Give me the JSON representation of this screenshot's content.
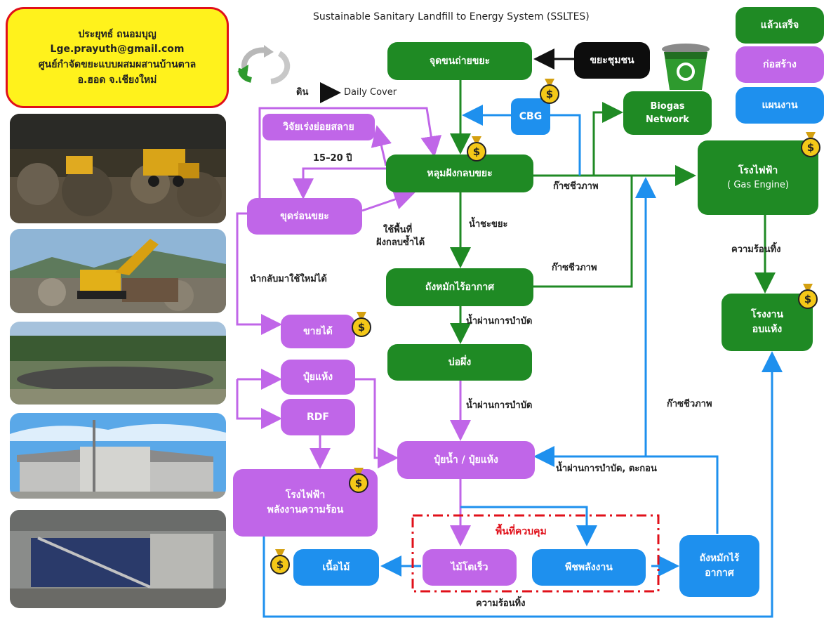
{
  "title": "Sustainable Sanitary Landfill to Energy System (SSLTES)",
  "info": {
    "name": "ประยุทธ์ ถนอมบุญ",
    "email": "Lge.prayuth@gmail.com",
    "center": "ศูนย์กำจัดขยะแบบผสมผสานบ้านตาล",
    "location": "อ.ฮอด จ.เชียงใหม่"
  },
  "legend": {
    "done": "แล้วเสร็จ",
    "building": "ก่อสร้าง",
    "plan": "แผนงาน",
    "colors": {
      "done": "#1f8a24",
      "building": "#c066e8",
      "plan": "#1e90ee"
    }
  },
  "nodes": {
    "collection_point": "จุดขนถ่ายขยะ",
    "community_waste": "ขยะชุมชน",
    "cbg": "CBG",
    "biogas_network_1": "Biogas",
    "biogas_network_2": "Network",
    "research": "วิจัยเร่งย่อยสลาย",
    "landfill": "หลุมฝังกลบขยะ",
    "power_plant_1": "โรงไฟฟ้า",
    "power_plant_2": "( Gas Engine)",
    "excavate": "ขุดร่อนขยะ",
    "anaerobic_tank": "ถังหมักไร้อากาศ",
    "dryer_1": "โรงงาน",
    "dryer_2": "อบแห้ง",
    "sellable": "ขายได้",
    "dry_fertilizer": "ปุ๋ยแห้ง",
    "rdf": "RDF",
    "settling_pond": "บ่อผึ่ง",
    "liquid_fertilizer": "ปุ๋ยน้ำ / ปุ๋ยแห้ง",
    "thermal_plant_1": "โรงไฟฟ้า",
    "thermal_plant_2": "พลังงานความร้อน",
    "timber": "เนื้อไม้",
    "fast_wood": "ไม้โตเร็ว",
    "energy_crops": "พืชพลังงาน",
    "anaerobic_tank2_1": "ถังหมักไร้",
    "anaerobic_tank2_2": "อากาศ"
  },
  "labels": {
    "soil_cover_prefix": "ดิน",
    "soil_cover_suffix": "Daily Cover",
    "years": "15–20 ปี",
    "biogas_1": "ก๊าซชีวภาพ",
    "reuse_area_1": "ใช้พื้นที่",
    "reuse_area_2": "ฝังกลบซ้ำได้",
    "leachate": "น้ำชะขยะ",
    "biogas_2": "ก๊าซชีวภาพ",
    "waste_heat_1": "ความร้อนทิ้ง",
    "reusable": "นำกลับมาใช้ใหม่ได้",
    "treated_water_1": "น้ำผ่านการบำบัด",
    "treated_water_2": "น้ำผ่านการบำบัด",
    "biogas_3": "ก๊าซชีวภาพ",
    "treated_sediment": "น้ำผ่านการบำบัด, ตะกอน",
    "controlled_area": "พื้นที่ควบคุม",
    "waste_heat_2": "ความร้อนทิ้ง"
  }
}
